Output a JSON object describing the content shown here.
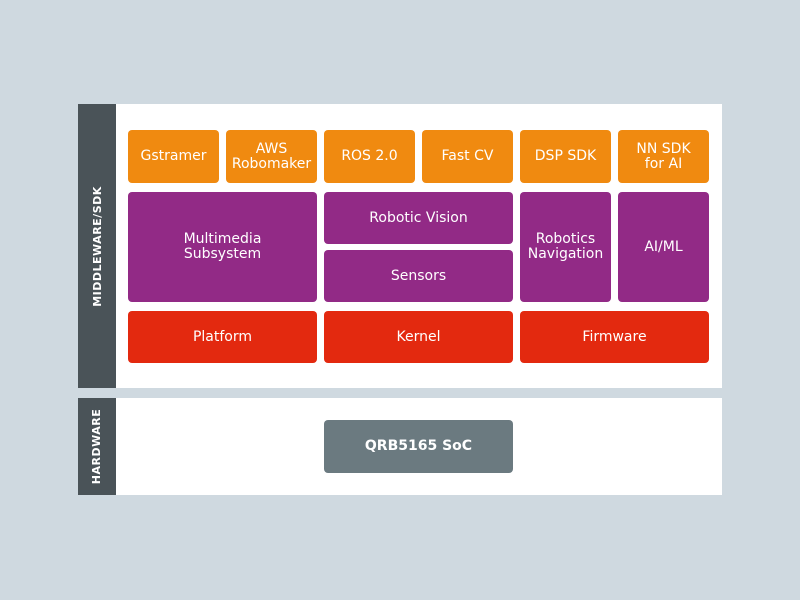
{
  "middleware": {
    "label": "MIDDLEWARE/SDK",
    "sdk_row": [
      {
        "label": "Gstramer"
      },
      {
        "label": "AWS\nRobomaker"
      },
      {
        "label": "ROS 2.0"
      },
      {
        "label": "Fast CV"
      },
      {
        "label": "DSP SDK"
      },
      {
        "label": "NN SDK\nfor AI"
      }
    ],
    "subsystems": {
      "multimedia": "Multimedia\nSubsystem",
      "robotic_vision": "Robotic Vision",
      "sensors": "Sensors",
      "robotics_navigation": "Robotics\nNavigation",
      "ai_ml": "AI/ML"
    },
    "base_row": {
      "platform": "Platform",
      "kernel": "Kernel",
      "firmware": "Firmware"
    }
  },
  "hardware": {
    "label": "HARDWARE",
    "soc": "QRB5165 SoC"
  },
  "colors": {
    "background": "#cfd9e0",
    "side_label": "#4a5358",
    "sdk": "#f08a10",
    "subsystem": "#922a86",
    "base": "#e3290f",
    "soc": "#6b7a80"
  }
}
